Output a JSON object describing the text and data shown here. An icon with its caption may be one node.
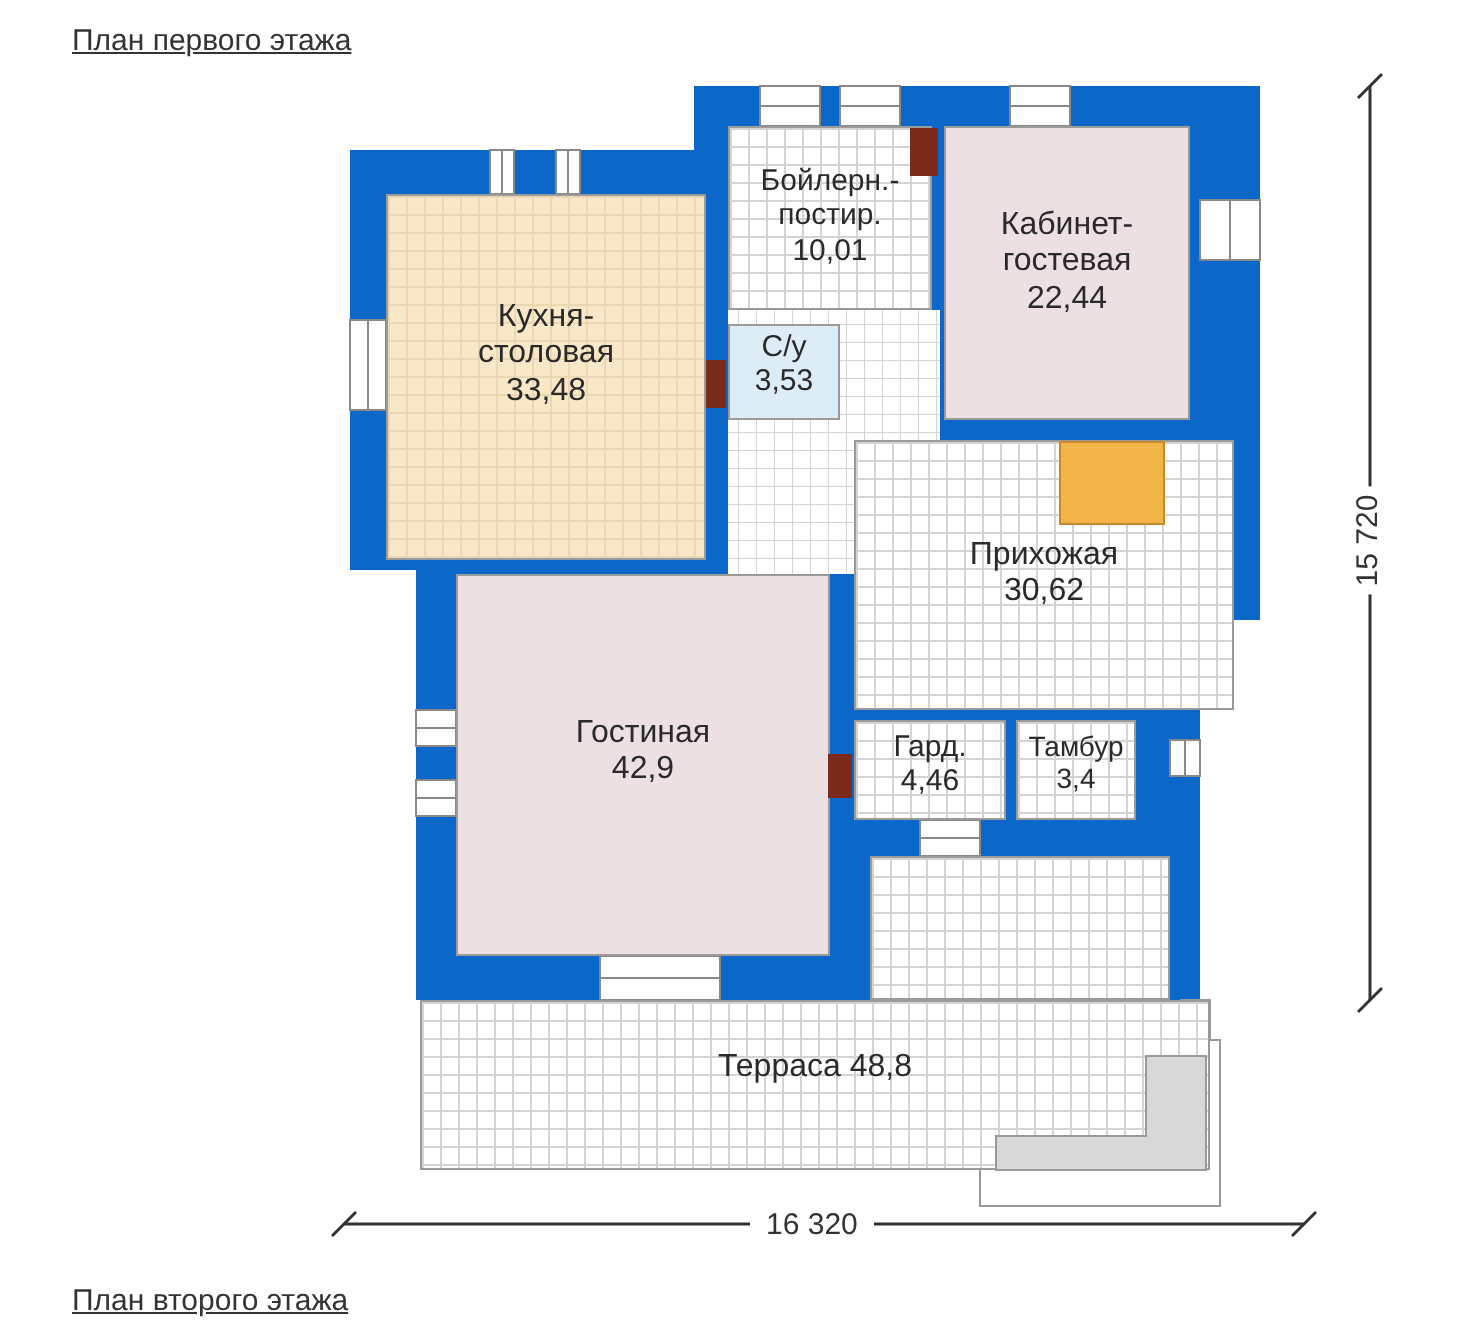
{
  "diagram": {
    "title": "План первого этажа",
    "nodes": [
      {
        "text": [
          "Кухня-столовая",
          "33,48"
        ]
      },
      {
        "text": [
          "Бойлерн.-постир.",
          "10,01"
        ]
      },
      {
        "text": [
          "Кабинет-гостевая",
          "22,44"
        ]
      },
      {
        "text": [
          "С/у",
          "3,53"
        ]
      },
      {
        "text": [
          "Прихожая",
          "30,62"
        ]
      },
      {
        "text": [
          "Гостиная",
          "42,9"
        ]
      },
      {
        "text": [
          "Гард.",
          "4,46"
        ]
      },
      {
        "text": [
          "Тамбур",
          "3,4"
        ]
      },
      {
        "text": [
          "Терраса 48,8"
        ]
      },
      {
        "text": [],
        "shape": "box"
      }
    ],
    "edges": [],
    "labels": [
      "15 720",
      "16 320",
      "План второго этажа"
    ]
  }
}
